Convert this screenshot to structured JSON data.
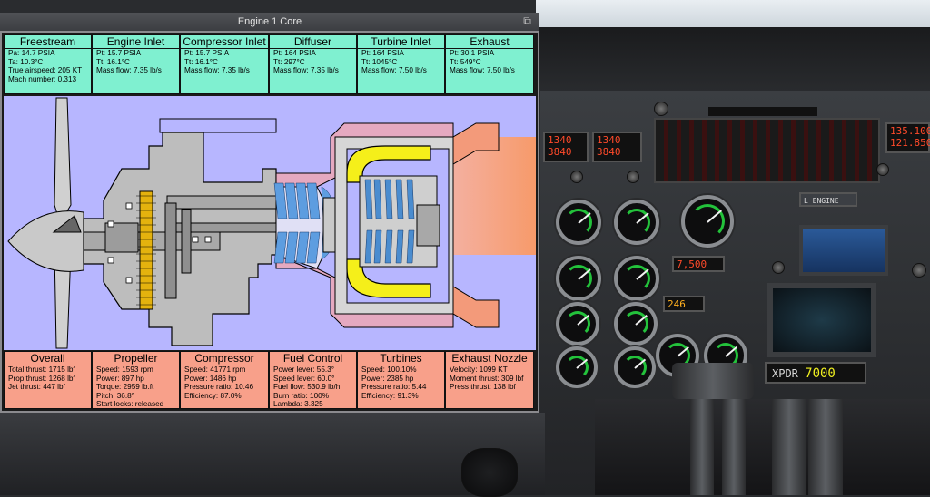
{
  "window": {
    "title": "Engine 1 Core",
    "max_icon": "maximize-icon"
  },
  "top_panels": [
    {
      "title": "Freestream",
      "lines": [
        "Pa: 14.7 PSIA",
        "Ta: 10.3°C",
        "True airspeed: 205 KT",
        "Mach number: 0.313"
      ]
    },
    {
      "title": "Engine Inlet",
      "lines": [
        "Pt: 15.7 PSIA",
        "Tt: 16.1°C",
        "Mass flow: 7.35 lb/s"
      ]
    },
    {
      "title": "Compressor Inlet",
      "lines": [
        "Pt: 15.7 PSIA",
        "Tt: 16.1°C",
        "Mass flow: 7.35 lb/s"
      ]
    },
    {
      "title": "Diffuser",
      "lines": [
        "Pt: 164 PSIA",
        "Tt: 297°C",
        "Mass flow: 7.35 lb/s"
      ]
    },
    {
      "title": "Turbine Inlet",
      "lines": [
        "Pt: 164 PSIA",
        "Tt: 1045°C",
        "Mass flow: 7.50 lb/s"
      ]
    },
    {
      "title": "Exhaust",
      "lines": [
        "Pt: 30.1 PSIA",
        "Tt: 549°C",
        "Mass flow: 7.50 lb/s"
      ]
    }
  ],
  "bottom_panels": [
    {
      "title": "Overall",
      "lines": [
        "Total thrust: 1715 lbf",
        "Prop thrust: 1268 lbf",
        "Jet thrust:  447 lbf"
      ]
    },
    {
      "title": "Propeller",
      "lines": [
        "Speed: 1593 rpm",
        "Power:  897 hp",
        "Torque: 2959 lb.ft",
        "Pitch: 36.8°",
        "Start locks: released"
      ]
    },
    {
      "title": "Compressor",
      "lines": [
        "Speed: 41771 rpm",
        "Power: 1486 hp",
        "Pressure ratio: 10.46",
        "Efficiency: 87.0%"
      ]
    },
    {
      "title": "Fuel Control",
      "lines": [
        "Power lever: 55.3°",
        "Speed lever: 60.0°",
        "Fuel flow: 530.9 lb/h",
        "Burn ratio: 100%",
        "Lambda: 3.325"
      ]
    },
    {
      "title": "Turbines",
      "lines": [
        "Speed: 100.10%",
        "Power: 2385 hp",
        "Pressure ratio: 5.44",
        "Efficiency: 91.3%"
      ]
    },
    {
      "title": "Exhaust Nozzle",
      "lines": [
        "Velocity: 1099 KT",
        "Moment thrust: 309 lbf",
        "Press thrust: 138 lbf"
      ]
    }
  ],
  "cockpit": {
    "lcd_left": [
      "1340",
      "3840"
    ],
    "lcd_right": [
      "135.100",
      "121.850"
    ],
    "alt_select": "7,500",
    "heading": "246",
    "xpdr_prefix": "XPDR",
    "xpdr_code": "7000",
    "engine_label": "L ENGINE"
  },
  "colors": {
    "top_panel": "#7ff0d0",
    "bottom_panel": "#f8a08a",
    "diagram_bg": "#b7b6ff",
    "combustor": "#f5ef1a",
    "compressor_blades": "#4a8fd0",
    "turbine_blades": "#3a7cc2",
    "exhaust_plume": "#f7a07a"
  }
}
